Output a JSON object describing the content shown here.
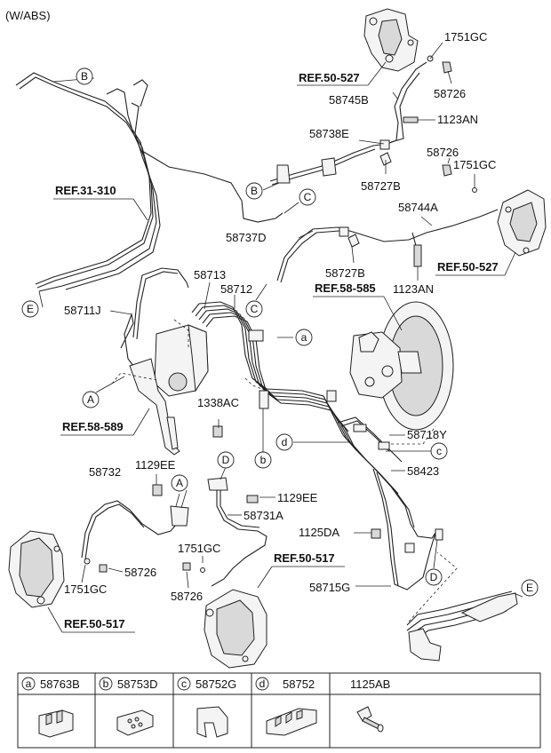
{
  "title": "(W/ABS)",
  "refs": {
    "ref_50_527_top": "REF.50-527",
    "ref_31_310": "REF.31-310",
    "ref_50_527_right": "REF.50-527",
    "ref_58_585": "REF.58-585",
    "ref_58_589": "REF.58-589",
    "ref_50_517_mid": "REF.50-517",
    "ref_50_517_left": "REF.50-517"
  },
  "parts": {
    "p1751GC_a": "1751GC",
    "p58726_a": "58726",
    "p58745B": "58745B",
    "p1123AN_a": "1123AN",
    "p58738E": "58738E",
    "p58727B_a": "58727B",
    "p58726_b": "58726",
    "p1751GC_b": "1751GC",
    "p58744A": "58744A",
    "p58737D": "58737D",
    "p58727B_b": "58727B",
    "p1123AN_b": "1123AN",
    "p58713": "58713",
    "p58712": "58712",
    "p58711J": "58711J",
    "p1338AC": "1338AC",
    "p58718Y": "58718Y",
    "p58423": "58423",
    "p58732": "58732",
    "p1129EE_a": "1129EE",
    "p1129EE_b": "1129EE",
    "p58731A": "58731A",
    "p1125DA": "1125DA",
    "p58726_c": "58726",
    "p1751GC_c": "1751GC",
    "p1751GC_d": "1751GC",
    "p58726_d": "58726",
    "p58715G": "58715G"
  },
  "callouts": {
    "A": "A",
    "B": "B",
    "C": "C",
    "D": "D",
    "E": "E",
    "a": "a",
    "b": "b",
    "c": "c",
    "d": "d"
  },
  "legend": {
    "cells": [
      {
        "letter": "a",
        "part": "58763B"
      },
      {
        "letter": "b",
        "part": "58753D"
      },
      {
        "letter": "c",
        "part": "58752G"
      },
      {
        "letter": "d",
        "part": "58752"
      },
      {
        "letter": "",
        "part": "1125AB"
      }
    ]
  }
}
